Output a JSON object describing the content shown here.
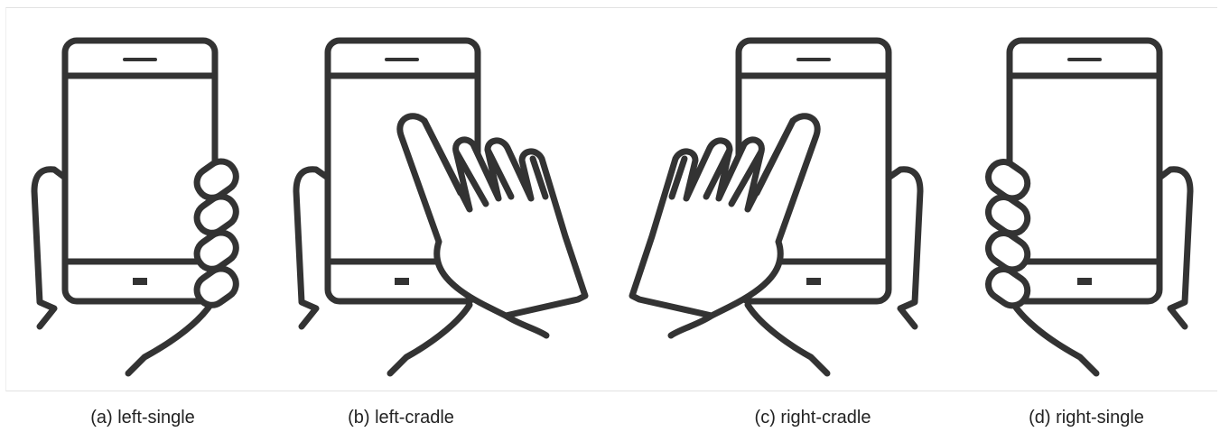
{
  "panels": [
    {
      "id": "a",
      "caption": "(a) left-single",
      "icon": "phone-held-left-single-hand-icon"
    },
    {
      "id": "b",
      "caption": "(b) left-cradle",
      "icon": "phone-left-cradle-icon"
    },
    {
      "id": "c",
      "caption": "(c) right-cradle",
      "icon": "phone-right-cradle-icon"
    },
    {
      "id": "d",
      "caption": "(d) right-single",
      "icon": "phone-held-right-single-hand-icon"
    }
  ],
  "colors": {
    "stroke": "#333333",
    "background": "#ffffff",
    "frame": "#e2e2e2"
  }
}
